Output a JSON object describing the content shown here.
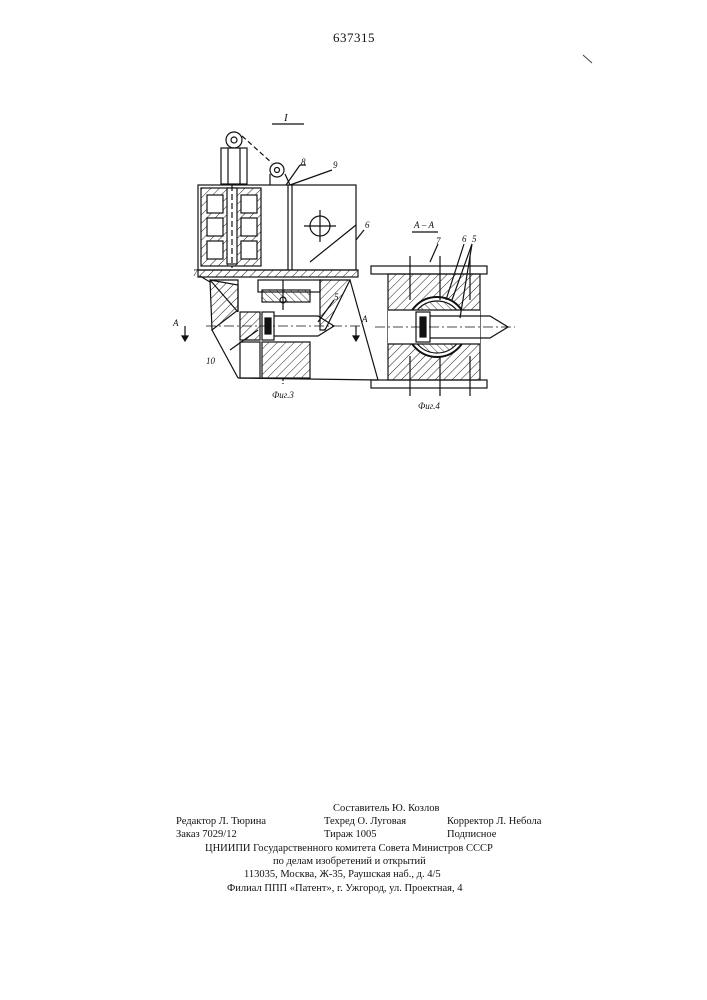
{
  "patent_number": "637315",
  "figures": {
    "fig3": {
      "caption": "Фиг.3",
      "view_mark": "I",
      "section_mark": "А",
      "labels": [
        "8",
        "9",
        "6",
        "7",
        "5",
        "10"
      ]
    },
    "fig4": {
      "caption": "Фиг.4",
      "section_title": "А – А",
      "labels": [
        "7",
        "6",
        "5"
      ]
    }
  },
  "footer": {
    "compiler": "Составитель Ю. Козлов",
    "editor": "Редактор Л. Тюрина",
    "techred": "Техред О. Луговая",
    "corrector": "Корректор Л. Небола",
    "order": "Заказ 7029/12",
    "circulation": "Тираж 1005",
    "subscription": "Подписное",
    "org_line1": "ЦНИИПИ Государственного комитета Совета Министров СССР",
    "org_line2": "по делам изобретений и открытий",
    "address": "113035, Москва, Ж-35, Раушская наб., д. 4/5",
    "branch": "Филиал ППП «Патент», г. Ужгород, ул. Проектная, 4"
  }
}
